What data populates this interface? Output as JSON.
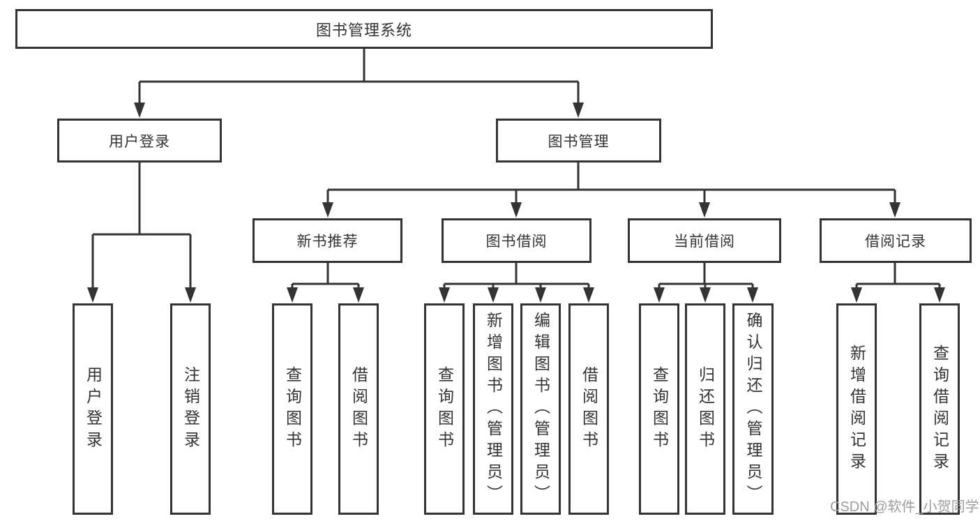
{
  "root": {
    "label": "图书管理系统"
  },
  "user_login": {
    "label": "用户登录",
    "children": [
      {
        "label": "用户登录"
      },
      {
        "label": "注销登录"
      }
    ]
  },
  "book_management": {
    "label": "图书管理",
    "sections": [
      {
        "label": "新书推荐",
        "children": [
          {
            "label": "查询图书"
          },
          {
            "label": "借阅图书"
          }
        ]
      },
      {
        "label": "图书借阅",
        "children": [
          {
            "label": "查询图书"
          },
          {
            "label": "新增图书（管理员）"
          },
          {
            "label": "编辑图书（管理员）"
          },
          {
            "label": "借阅图书"
          }
        ]
      },
      {
        "label": "当前借阅",
        "children": [
          {
            "label": "查询图书"
          },
          {
            "label": "归还图书"
          },
          {
            "label": "确认归还（管理员）"
          }
        ]
      },
      {
        "label": "借阅记录",
        "children": [
          {
            "label": "新增借阅记录"
          },
          {
            "label": "查询借阅记录"
          }
        ]
      }
    ]
  },
  "watermark": "CSDN @软件_小贺同学",
  "colors": {
    "line": "#333333",
    "text": "#333333",
    "watermark": "#9c9c9c",
    "background": "#ffffff"
  }
}
